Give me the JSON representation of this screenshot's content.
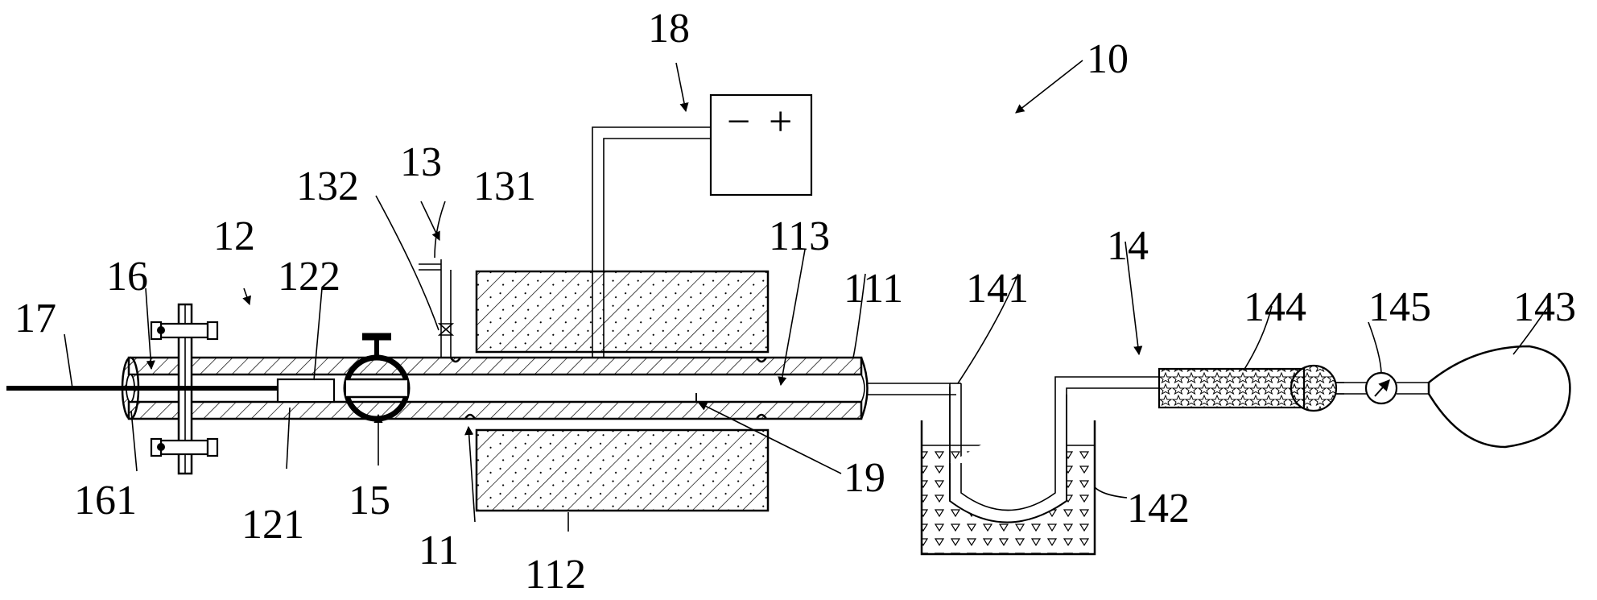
{
  "figure": {
    "labels": {
      "n10": "10",
      "n11": "11",
      "n111": "111",
      "n112": "112",
      "n113": "113",
      "n12": "12",
      "n121": "121",
      "n122": "122",
      "n13": "13",
      "n131": "131",
      "n132": "132",
      "n14": "14",
      "n141": "141",
      "n142": "142",
      "n143": "143",
      "n144": "144",
      "n145": "145",
      "n15": "15",
      "n16": "16",
      "n161": "161",
      "n17": "17",
      "n18": "18",
      "n19": "19"
    },
    "power_supply": {
      "minus": "−",
      "plus": "+"
    }
  }
}
